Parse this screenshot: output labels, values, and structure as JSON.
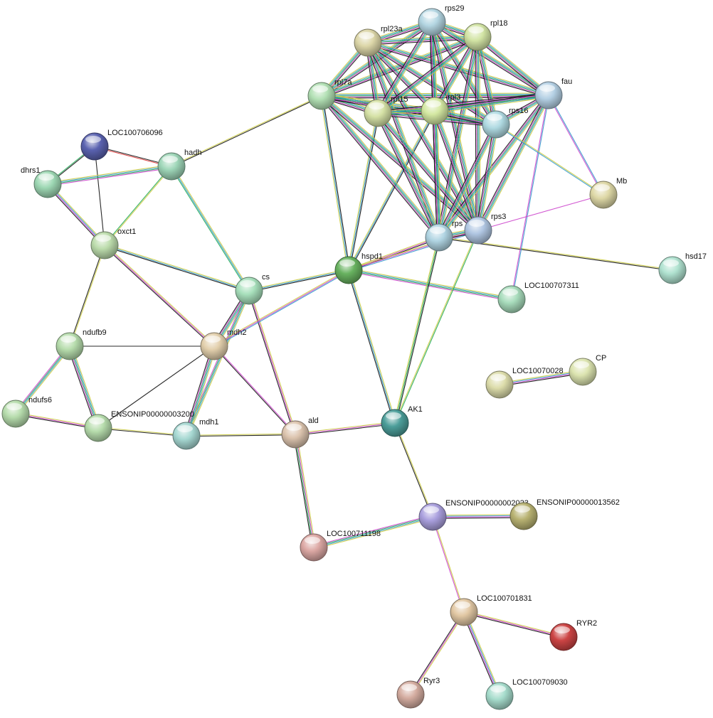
{
  "nodes": [
    {
      "id": "LOC100706096",
      "label": "LOC100706096",
      "color": "#5a62b0"
    },
    {
      "id": "hadh",
      "label": "hadh",
      "color": "#9ed6b8"
    },
    {
      "id": "dhrs1",
      "label": "dhrs1",
      "color": "#9ed8b4"
    },
    {
      "id": "oxct1",
      "label": "oxct1",
      "color": "#bcdcac"
    },
    {
      "id": "cs",
      "label": "cs",
      "color": "#a8e0bc"
    },
    {
      "id": "hspd1",
      "label": "hspd1",
      "color": "#68b260"
    },
    {
      "id": "mdh2",
      "label": "mdh2",
      "color": "#e2cfac"
    },
    {
      "id": "ndufb9",
      "label": "ndufb9",
      "color": "#b6dcac"
    },
    {
      "id": "ndufs6",
      "label": "ndufs6",
      "color": "#b6dcac"
    },
    {
      "id": "ENSONIP00000003200",
      "label": "ENSONIP00000003200",
      "color": "#b6dcac"
    },
    {
      "id": "mdh1",
      "label": "mdh1",
      "color": "#a6d8d2"
    },
    {
      "id": "ald",
      "label": "ald",
      "color": "#dcc4ae"
    },
    {
      "id": "AK1",
      "label": "AK1",
      "color": "#4c9e9a"
    },
    {
      "id": "rpl7a",
      "label": "rpl7a",
      "color": "#b2e0b4"
    },
    {
      "id": "rpl23a",
      "label": "rpl23a",
      "color": "#dcd6a8"
    },
    {
      "id": "rps29",
      "label": "rps29",
      "color": "#b4d6e2"
    },
    {
      "id": "rpl18",
      "label": "rpl18",
      "color": "#d2e4a4"
    },
    {
      "id": "fau",
      "label": "fau",
      "color": "#b4d0e4"
    },
    {
      "id": "rpl15",
      "label": "rpl15",
      "color": "#d6e2a6"
    },
    {
      "id": "rpl3",
      "label": "rpl3",
      "color": "#d4e8a2"
    },
    {
      "id": "rps16",
      "label": "rps16",
      "color": "#b0dae2"
    },
    {
      "id": "Mb",
      "label": "Mb",
      "color": "#ded8a6"
    },
    {
      "id": "rps",
      "label": "rps",
      "color": "#b0d4e2"
    },
    {
      "id": "rps3",
      "label": "rps3",
      "color": "#b0c6e2"
    },
    {
      "id": "hsd17",
      "label": "hsd17",
      "color": "#b0e2d0"
    },
    {
      "id": "LOC100707311",
      "label": "LOC100707311",
      "color": "#a8dcbc"
    },
    {
      "id": "LOC10070028",
      "label": "LOC10070028",
      "color": "#dcdcaa"
    },
    {
      "id": "CP",
      "label": "CP",
      "color": "#dce4b0"
    },
    {
      "id": "ENSONIP0000002023",
      "label": "ENSONIP00000002023",
      "color": "#aaa0de"
    },
    {
      "id": "ENSONIP00000013562",
      "label": "ENSONIP00000013562",
      "color": "#b8b272"
    },
    {
      "id": "LOC100711198",
      "label": "LOC100711198",
      "color": "#dca8a4"
    },
    {
      "id": "LOC100701831",
      "label": "LOC100701831",
      "color": "#e2c8a4"
    },
    {
      "id": "RYR2",
      "label": "RYR2",
      "color": "#cc4444"
    },
    {
      "id": "Ryr3",
      "label": "Ryr3",
      "color": "#d4aca0"
    },
    {
      "id": "LOC100709030",
      "label": "LOC100709030",
      "color": "#a6dccc"
    }
  ],
  "edges": [
    {
      "source": "LOC100706096",
      "target": "hadh",
      "colors": [
        "#111111",
        "#dd3333"
      ]
    },
    {
      "source": "LOC100706096",
      "target": "dhrs1",
      "colors": [
        "#111111",
        "#22aa55"
      ]
    },
    {
      "source": "LOC100706096",
      "target": "oxct1",
      "colors": [
        "#111111"
      ]
    },
    {
      "source": "dhrs1",
      "target": "hadh",
      "colors": [
        "#cccc44",
        "#3399cc",
        "#22aa55",
        "#cc44cc"
      ]
    },
    {
      "source": "dhrs1",
      "target": "oxct1",
      "colors": [
        "#cccc44",
        "#3399cc",
        "#cc44cc",
        "#111111"
      ]
    },
    {
      "source": "hadh",
      "target": "oxct1",
      "colors": [
        "#cccc44",
        "#22aa55"
      ]
    },
    {
      "source": "hadh",
      "target": "cs",
      "colors": [
        "#cccc44",
        "#3399cc",
        "#22aa55"
      ]
    },
    {
      "source": "hadh",
      "target": "rpl7a",
      "colors": [
        "#cccc44",
        "#111111"
      ]
    },
    {
      "source": "oxct1",
      "target": "cs",
      "colors": [
        "#cccc44",
        "#3399cc",
        "#111111"
      ]
    },
    {
      "source": "oxct1",
      "target": "mdh2",
      "colors": [
        "#cccc44",
        "#cc44cc",
        "#111111"
      ]
    },
    {
      "source": "oxct1",
      "target": "ndufb9",
      "colors": [
        "#cccc44",
        "#111111"
      ]
    },
    {
      "source": "cs",
      "target": "mdh2",
      "colors": [
        "#cccc44",
        "#3399cc",
        "#22aa55",
        "#cc44cc",
        "#111111"
      ]
    },
    {
      "source": "cs",
      "target": "hspd1",
      "colors": [
        "#cccc44",
        "#3399cc",
        "#111111"
      ]
    },
    {
      "source": "cs",
      "target": "ald",
      "colors": [
        "#cccc44",
        "#cc44cc",
        "#111111"
      ]
    },
    {
      "source": "cs",
      "target": "mdh1",
      "colors": [
        "#cccc44",
        "#3399cc",
        "#22aa55",
        "#cc44cc"
      ]
    },
    {
      "source": "mdh2",
      "target": "hspd1",
      "colors": [
        "#cccc44",
        "#cc44cc",
        "#3399cc"
      ]
    },
    {
      "source": "mdh2",
      "target": "mdh1",
      "colors": [
        "#cccc44",
        "#3399cc",
        "#22aa55",
        "#cc44cc",
        "#111111"
      ]
    },
    {
      "source": "mdh2",
      "target": "ald",
      "colors": [
        "#cc44cc",
        "#111111"
      ]
    },
    {
      "source": "mdh2",
      "target": "ndufb9",
      "colors": [
        "#111111"
      ]
    },
    {
      "source": "mdh2",
      "target": "ENSONIP00000003200",
      "colors": [
        "#111111"
      ]
    },
    {
      "source": "ndufb9",
      "target": "ndufs6",
      "colors": [
        "#cccc44",
        "#3399cc",
        "#22aa55",
        "#cc44cc"
      ]
    },
    {
      "source": "ndufb9",
      "target": "ENSONIP00000003200",
      "colors": [
        "#cccc44",
        "#3399cc",
        "#22aa55",
        "#cc44cc",
        "#111111"
      ]
    },
    {
      "source": "ndufs6",
      "target": "ENSONIP00000003200",
      "colors": [
        "#cccc44",
        "#cc44cc",
        "#111111"
      ]
    },
    {
      "source": "ENSONIP00000003200",
      "target": "mdh1",
      "colors": [
        "#cccc44",
        "#111111"
      ]
    },
    {
      "source": "mdh1",
      "target": "ald",
      "colors": [
        "#cccc44",
        "#111111"
      ]
    },
    {
      "source": "ald",
      "target": "AK1",
      "colors": [
        "#cccc44",
        "#cc44cc",
        "#111111"
      ]
    },
    {
      "source": "ald",
      "target": "LOC100711198",
      "colors": [
        "#cccc44",
        "#cc44cc",
        "#22aa55",
        "#111111"
      ]
    },
    {
      "source": "hspd1",
      "target": "AK1",
      "colors": [
        "#cccc44",
        "#3399cc",
        "#111111"
      ]
    },
    {
      "source": "hspd1",
      "target": "rpl7a",
      "colors": [
        "#cccc44",
        "#3399cc",
        "#111111"
      ]
    },
    {
      "source": "hspd1",
      "target": "rpl15",
      "colors": [
        "#cccc44",
        "#3399cc",
        "#111111"
      ]
    },
    {
      "source": "hspd1",
      "target": "rpl3",
      "colors": [
        "#cccc44",
        "#3399cc",
        "#111111"
      ]
    },
    {
      "source": "hspd1",
      "target": "rps",
      "colors": [
        "#cccc44",
        "#cc44cc",
        "#111111"
      ]
    },
    {
      "source": "hspd1",
      "target": "rps3",
      "colors": [
        "#cccc44",
        "#cc44cc",
        "#3399cc"
      ]
    },
    {
      "source": "hspd1",
      "target": "LOC100707311",
      "colors": [
        "#cccc44",
        "#3399cc",
        "#22aa55",
        "#cc44cc"
      ]
    },
    {
      "source": "AK1",
      "target": "rps",
      "colors": [
        "#cccc44",
        "#22aa55",
        "#111111"
      ]
    },
    {
      "source": "AK1",
      "target": "rps3",
      "colors": [
        "#cccc44",
        "#22aa55"
      ]
    },
    {
      "source": "AK1",
      "target": "ENSONIP0000002023",
      "colors": [
        "#cccc44",
        "#111111"
      ]
    },
    {
      "source": "rps",
      "target": "hsd17",
      "colors": [
        "#cccc44",
        "#111111"
      ]
    },
    {
      "source": "rpl7a",
      "target": "rpl23a",
      "colors": [
        "#cccc44",
        "#3399cc",
        "#22aa55",
        "#cc44cc",
        "#111111"
      ]
    },
    {
      "source": "rpl7a",
      "target": "rps29",
      "colors": [
        "#cccc44",
        "#3399cc",
        "#22aa55",
        "#cc44cc",
        "#111111"
      ]
    },
    {
      "source": "rpl7a",
      "target": "rpl18",
      "colors": [
        "#cccc44",
        "#3399cc",
        "#22aa55",
        "#cc44cc",
        "#111111"
      ]
    },
    {
      "source": "rpl7a",
      "target": "fau",
      "colors": [
        "#cccc44",
        "#3399cc",
        "#22aa55",
        "#cc44cc",
        "#111111"
      ]
    },
    {
      "source": "rpl7a",
      "target": "rpl15",
      "colors": [
        "#cccc44",
        "#3399cc",
        "#22aa55",
        "#cc44cc",
        "#111111"
      ]
    },
    {
      "source": "rpl7a",
      "target": "rpl3",
      "colors": [
        "#cccc44",
        "#3399cc",
        "#22aa55",
        "#cc44cc",
        "#111111"
      ]
    },
    {
      "source": "rpl7a",
      "target": "rps16",
      "colors": [
        "#cccc44",
        "#3399cc",
        "#22aa55",
        "#cc44cc",
        "#111111"
      ]
    },
    {
      "source": "rpl7a",
      "target": "rps",
      "colors": [
        "#cccc44",
        "#3399cc",
        "#22aa55",
        "#cc44cc",
        "#111111"
      ]
    },
    {
      "source": "rpl7a",
      "target": "rps3",
      "colors": [
        "#cccc44",
        "#3399cc",
        "#22aa55",
        "#cc44cc",
        "#111111"
      ]
    },
    {
      "source": "rpl23a",
      "target": "rps29",
      "colors": [
        "#cccc44",
        "#3399cc",
        "#22aa55",
        "#cc44cc",
        "#111111"
      ]
    },
    {
      "source": "rpl23a",
      "target": "rpl18",
      "colors": [
        "#cccc44",
        "#3399cc",
        "#22aa55",
        "#cc44cc",
        "#111111"
      ]
    },
    {
      "source": "rpl23a",
      "target": "fau",
      "colors": [
        "#cccc44",
        "#3399cc",
        "#22aa55",
        "#cc44cc",
        "#111111"
      ]
    },
    {
      "source": "rpl23a",
      "target": "rpl15",
      "colors": [
        "#cccc44",
        "#3399cc",
        "#22aa55",
        "#cc44cc",
        "#111111"
      ]
    },
    {
      "source": "rpl23a",
      "target": "rpl3",
      "colors": [
        "#cccc44",
        "#3399cc",
        "#22aa55",
        "#cc44cc",
        "#111111"
      ]
    },
    {
      "source": "rpl23a",
      "target": "rps16",
      "colors": [
        "#cccc44",
        "#3399cc",
        "#22aa55",
        "#cc44cc",
        "#111111"
      ]
    },
    {
      "source": "rpl23a",
      "target": "rps",
      "colors": [
        "#cccc44",
        "#3399cc",
        "#22aa55",
        "#cc44cc",
        "#111111"
      ]
    },
    {
      "source": "rpl23a",
      "target": "rps3",
      "colors": [
        "#cccc44",
        "#3399cc",
        "#22aa55",
        "#cc44cc",
        "#111111"
      ]
    },
    {
      "source": "rps29",
      "target": "rpl18",
      "colors": [
        "#cccc44",
        "#3399cc",
        "#22aa55",
        "#cc44cc",
        "#111111"
      ]
    },
    {
      "source": "rps29",
      "target": "fau",
      "colors": [
        "#cccc44",
        "#3399cc",
        "#22aa55",
        "#cc44cc",
        "#111111"
      ]
    },
    {
      "source": "rps29",
      "target": "rpl15",
      "colors": [
        "#cccc44",
        "#3399cc",
        "#22aa55",
        "#cc44cc",
        "#111111"
      ]
    },
    {
      "source": "rps29",
      "target": "rpl3",
      "colors": [
        "#cccc44",
        "#3399cc",
        "#22aa55",
        "#cc44cc",
        "#111111"
      ]
    },
    {
      "source": "rps29",
      "target": "rps16",
      "colors": [
        "#cccc44",
        "#3399cc",
        "#22aa55",
        "#cc44cc",
        "#111111"
      ]
    },
    {
      "source": "rps29",
      "target": "rps",
      "colors": [
        "#cccc44",
        "#3399cc",
        "#22aa55",
        "#cc44cc",
        "#111111"
      ]
    },
    {
      "source": "rps29",
      "target": "rps3",
      "colors": [
        "#cccc44",
        "#3399cc",
        "#22aa55",
        "#cc44cc",
        "#111111"
      ]
    },
    {
      "source": "rpl18",
      "target": "fau",
      "colors": [
        "#cccc44",
        "#3399cc",
        "#22aa55",
        "#cc44cc",
        "#111111"
      ]
    },
    {
      "source": "rpl18",
      "target": "rpl15",
      "colors": [
        "#cccc44",
        "#3399cc",
        "#22aa55",
        "#cc44cc",
        "#111111"
      ]
    },
    {
      "source": "rpl18",
      "target": "rpl3",
      "colors": [
        "#cccc44",
        "#3399cc",
        "#22aa55",
        "#cc44cc",
        "#111111"
      ]
    },
    {
      "source": "rpl18",
      "target": "rps16",
      "colors": [
        "#cccc44",
        "#3399cc",
        "#22aa55",
        "#cc44cc",
        "#111111"
      ]
    },
    {
      "source": "rpl18",
      "target": "rps",
      "colors": [
        "#cccc44",
        "#3399cc",
        "#22aa55",
        "#cc44cc",
        "#111111"
      ]
    },
    {
      "source": "rpl18",
      "target": "rps3",
      "colors": [
        "#cccc44",
        "#3399cc",
        "#22aa55",
        "#cc44cc",
        "#111111"
      ]
    },
    {
      "source": "fau",
      "target": "rpl15",
      "colors": [
        "#cccc44",
        "#3399cc",
        "#22aa55",
        "#cc44cc",
        "#111111"
      ]
    },
    {
      "source": "fau",
      "target": "rpl3",
      "colors": [
        "#cccc44",
        "#3399cc",
        "#22aa55",
        "#cc44cc",
        "#111111"
      ]
    },
    {
      "source": "fau",
      "target": "rps16",
      "colors": [
        "#cccc44",
        "#3399cc",
        "#22aa55",
        "#cc44cc",
        "#111111"
      ]
    },
    {
      "source": "fau",
      "target": "rps",
      "colors": [
        "#cccc44",
        "#3399cc",
        "#22aa55",
        "#cc44cc",
        "#111111"
      ]
    },
    {
      "source": "fau",
      "target": "rps3",
      "colors": [
        "#cccc44",
        "#3399cc",
        "#22aa55",
        "#cc44cc",
        "#111111"
      ]
    },
    {
      "source": "fau",
      "target": "Mb",
      "colors": [
        "#3399cc",
        "#cc44cc"
      ]
    },
    {
      "source": "fau",
      "target": "LOC100707311",
      "colors": [
        "#3399cc",
        "#cc44cc"
      ]
    },
    {
      "source": "rpl15",
      "target": "rpl3",
      "colors": [
        "#cccc44",
        "#3399cc",
        "#22aa55",
        "#cc44cc",
        "#111111"
      ]
    },
    {
      "source": "rpl15",
      "target": "rps16",
      "colors": [
        "#cccc44",
        "#3399cc",
        "#22aa55",
        "#cc44cc",
        "#111111"
      ]
    },
    {
      "source": "rpl15",
      "target": "rps",
      "colors": [
        "#cccc44",
        "#3399cc",
        "#22aa55",
        "#cc44cc",
        "#111111"
      ]
    },
    {
      "source": "rpl15",
      "target": "rps3",
      "colors": [
        "#cccc44",
        "#3399cc",
        "#22aa55",
        "#cc44cc",
        "#111111"
      ]
    },
    {
      "source": "rpl3",
      "target": "rps16",
      "colors": [
        "#cccc44",
        "#3399cc",
        "#22aa55",
        "#cc44cc",
        "#111111"
      ]
    },
    {
      "source": "rpl3",
      "target": "rps",
      "colors": [
        "#cccc44",
        "#3399cc",
        "#22aa55",
        "#cc44cc",
        "#111111"
      ]
    },
    {
      "source": "rpl3",
      "target": "rps3",
      "colors": [
        "#cccc44",
        "#3399cc",
        "#22aa55",
        "#cc44cc",
        "#111111"
      ]
    },
    {
      "source": "rps16",
      "target": "rps",
      "colors": [
        "#cccc44",
        "#3399cc",
        "#22aa55",
        "#cc44cc",
        "#111111"
      ]
    },
    {
      "source": "rps16",
      "target": "rps3",
      "colors": [
        "#cccc44",
        "#3399cc",
        "#22aa55",
        "#cc44cc",
        "#111111"
      ]
    },
    {
      "source": "rps16",
      "target": "Mb",
      "colors": [
        "#cccc44",
        "#3399cc"
      ]
    },
    {
      "source": "rps",
      "target": "rps3",
      "colors": [
        "#cccc44",
        "#3399cc",
        "#22aa55",
        "#cc44cc",
        "#111111"
      ]
    },
    {
      "source": "rps3",
      "target": "Mb",
      "colors": [
        "#cc44cc"
      ]
    },
    {
      "source": "LOC10070028",
      "target": "CP",
      "colors": [
        "#cccc44",
        "#3399cc",
        "#cc44cc",
        "#111111"
      ]
    },
    {
      "source": "ENSONIP0000002023",
      "target": "ENSONIP00000013562",
      "colors": [
        "#cccc44",
        "#3399cc",
        "#cc44cc",
        "#111111"
      ]
    },
    {
      "source": "ENSONIP0000002023",
      "target": "LOC100711198",
      "colors": [
        "#cccc44",
        "#3399cc",
        "#22aa55",
        "#cc44cc"
      ]
    },
    {
      "source": "ENSONIP0000002023",
      "target": "LOC100701831",
      "colors": [
        "#cccc44",
        "#cc44cc"
      ]
    },
    {
      "source": "LOC100701831",
      "target": "RYR2",
      "colors": [
        "#cccc44",
        "#cc44cc",
        "#111111"
      ]
    },
    {
      "source": "LOC100701831",
      "target": "Ryr3",
      "colors": [
        "#cccc44",
        "#cc44cc",
        "#111111"
      ]
    },
    {
      "source": "LOC100701831",
      "target": "LOC100709030",
      "colors": [
        "#cccc44",
        "#3399cc",
        "#cc44cc",
        "#111111"
      ]
    }
  ]
}
